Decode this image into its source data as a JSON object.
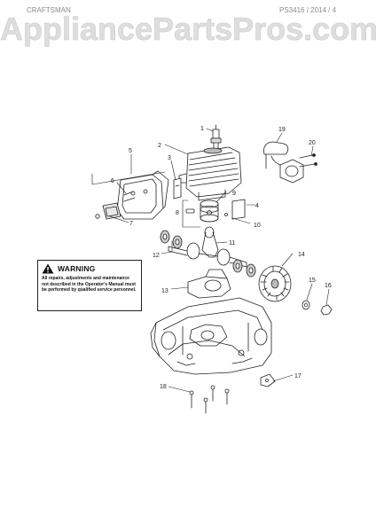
{
  "header": {
    "left_text": "CRAFTSMAN",
    "right_text": "PS3416 / 2014 / 4"
  },
  "watermark": "AppliancePartsPros.com",
  "warning": {
    "title": "WARNING",
    "text": "All repairs, adjustments and maintenance not described in the Operator's Manual must be performed by qualified service personnel."
  },
  "callouts": [
    "1",
    "2",
    "3",
    "4",
    "5",
    "6",
    "7",
    "8",
    "9",
    "10",
    "11",
    "12",
    "13",
    "14",
    "15",
    "16",
    "17",
    "18",
    "19",
    "20"
  ]
}
